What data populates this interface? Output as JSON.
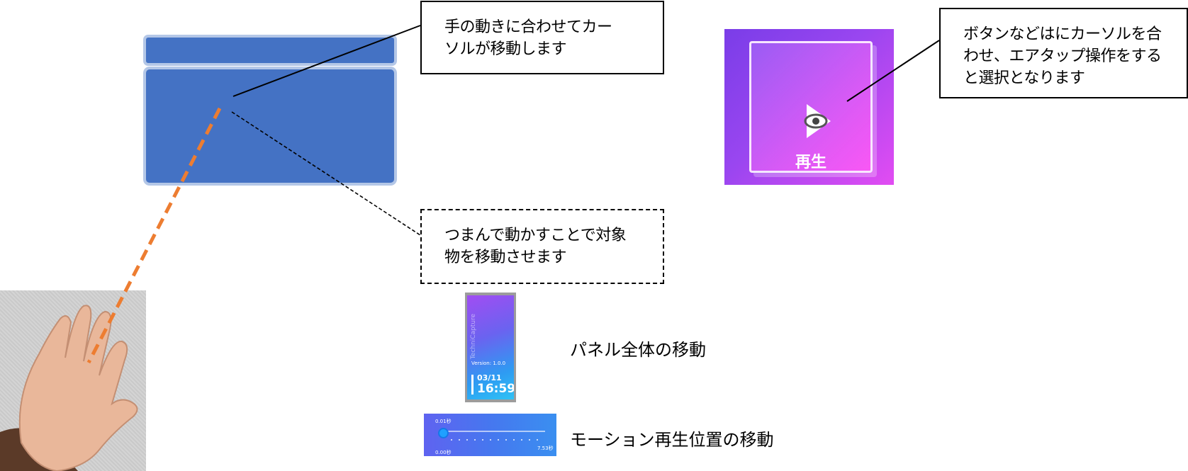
{
  "callouts": {
    "cursor_move": [
      "手の動きに合わせてカー",
      "ソルが移動します"
    ],
    "pinch_move": [
      "つまんで動かすことで対象",
      "物を移動させます"
    ],
    "air_tap": [
      "ボタンなどはにカーソルを合",
      "わせ、エアタップ操作をする",
      "と選択となります"
    ]
  },
  "play_button": {
    "label": "再生",
    "icon": "play-eye-icon"
  },
  "app_panel": {
    "brand": "TechniCapture",
    "version": "Version: 1.0.0",
    "date": "03/11",
    "time": "16:59"
  },
  "slider": {
    "top_value": "0.01秒",
    "bottom_start": "0.00秒",
    "bottom_end": "7.53秒"
  },
  "descriptions": {
    "panel_move": "パネル全体の移動",
    "motion_seek": "モーション再生位置の移動"
  },
  "colors": {
    "panel_blue": "#4472c4",
    "panel_border": "#b4c7e7",
    "pointer_orange": "#ed7d31"
  }
}
